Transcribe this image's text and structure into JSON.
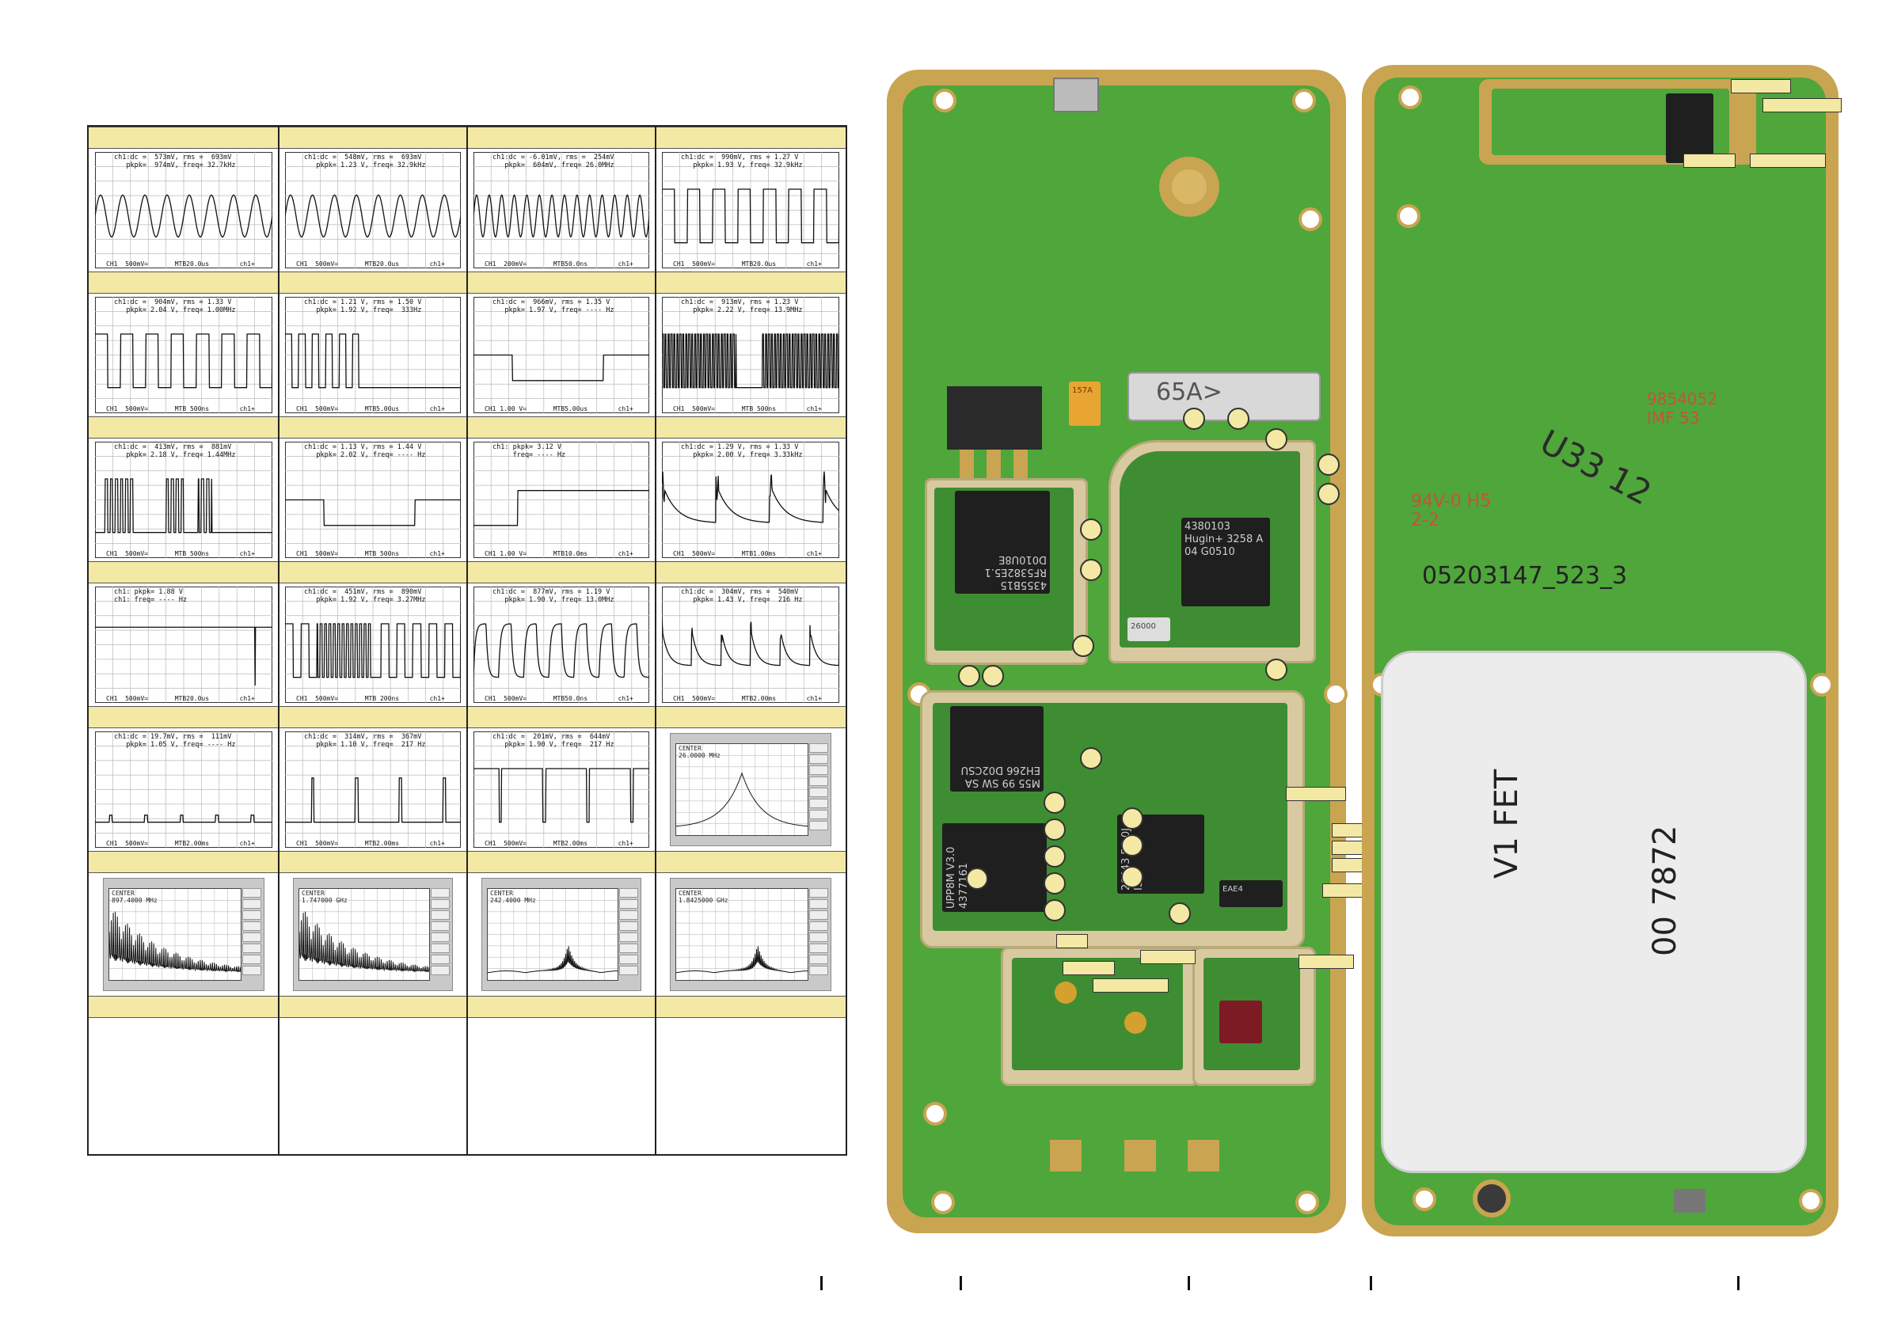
{
  "waveform_rows": [
    [
      {
        "type": "sine",
        "meas": "ch1:dc =  573mV, rms =  693mV\n   pkpk=  974mV, freq= 32.7kHz",
        "foot": "CH1  500mV=       MTB20.0us        ch1+"
      },
      {
        "type": "sine",
        "meas": "ch1:dc =  548mV, rms =  693mV\n   pkpk= 1.23 V, freq= 32.9kHz",
        "foot": "CH1  500mV=       MTB20.0us        ch1+"
      },
      {
        "type": "sine_fast",
        "meas": "ch1:dc = -6.01mV, rms =  254mV\n   pkpk=  604mV, freq= 26.0MHz",
        "foot": "CH1  200mV=       MTB50.0ns        ch1+"
      },
      {
        "type": "square",
        "meas": "ch1:dc =  990mV, rms = 1.27 V\n   pkpk= 1.93 V, freq= 32.9kHz",
        "foot": "CH1  500mV=       MTB20.0us        ch1+"
      }
    ],
    [
      {
        "type": "square",
        "meas": "ch1:dc =  904mV, rms = 1.33 V\n   pkpk= 2.04 V, freq= 1.00MHz",
        "foot": "CH1  500mV=       MTB 500ns        ch1+"
      },
      {
        "type": "burst",
        "meas": "ch1:dc = 1.21 V, rms = 1.50 V\n   pkpk= 1.92 V, freq=  333Hz",
        "foot": "CH1  500mV=       MTB5.00us        ch1+"
      },
      {
        "type": "pulse_low",
        "meas": "ch1:dc =  966mV, rms = 1.35 V\n   pkpk= 1.97 V, freq= ---- Hz",
        "foot": "CH1 1.00 V=       MTB5.00us        ch1+"
      },
      {
        "type": "dense",
        "meas": "ch1:dc =  913mV, rms = 1.23 V\n   pkpk= 2.22 V, freq= 13.9MHz",
        "foot": "CH1  500mV=       MTB 500ns        ch1+"
      }
    ],
    [
      {
        "type": "burst2",
        "meas": "ch1:dc =  413mV, rms =  881mV\n   pkpk= 2.18 V, freq= 1.44MHz",
        "foot": "CH1  500mV=       MTB 500ns        ch1+"
      },
      {
        "type": "pulse_low",
        "meas": "ch1:dc = 1.13 V, rms = 1.44 V\n   pkpk= 2.02 V, freq= ---- Hz",
        "foot": "CH1  500mV=       MTB 500ns        ch1+"
      },
      {
        "type": "step",
        "meas": "ch1: pkpk= 3.12 V\n     freq= ---- Hz",
        "foot": "CH1 1.00 V=       MTB10.0ms        ch1+"
      },
      {
        "type": "spiky",
        "meas": "ch1:dc = 1.29 V, rms = 1.33 V\n   pkpk= 2.00 V, freq= 3.33kHz",
        "foot": "CH1  500mV=       MTB1.00ms        ch1+"
      }
    ],
    [
      {
        "type": "flat_spike",
        "meas": "ch1: pkpk= 1.88 V\nch1: freq= ---- Hz",
        "foot": "CH1  500mV=       MTB20.0us        ch1+"
      },
      {
        "type": "burst3",
        "meas": "ch1:dc =  451mV, rms =  890mV\n   pkpk= 1.92 V, freq= 3.27MHz",
        "foot": "CH1  500mV=       MTB 200ns        ch1+"
      },
      {
        "type": "rounded",
        "meas": "ch1:dc =  877mV, rms = 1.19 V\n   pkpk= 1.90 V, freq= 13.0MHz",
        "foot": "CH1  500mV=       MTB50.0ns        ch1+"
      },
      {
        "type": "spiky2",
        "meas": "ch1:dc =  304mV, rms =  540mV\n   pkpk= 1.43 V, freq=  216 Hz",
        "foot": "CH1  500mV=       MTB2.00ms        ch1+"
      }
    ],
    [
      {
        "type": "small_pulse",
        "meas": "ch1:dc = 19.7mV, rms =  111mV\n   pkpk= 1.05 V, freq= ---- Hz",
        "foot": "CH1  500mV=       MTB2.00ms        ch1+"
      },
      {
        "type": "pulse_train",
        "meas": "ch1:dc =  314mV, rms =  367mV\n   pkpk= 1.10 V, freq=  217 Hz",
        "foot": "CH1  500mV=       MTB2.00ms        ch1+"
      },
      {
        "type": "pulse_train2",
        "meas": "ch1:dc =  201mV, rms =  644mV\n   pkpk= 1.90 V, freq=  217 Hz",
        "foot": "CH1  500mV=       MTB2.00ms        ch1+"
      },
      {
        "type": "spectrum_peak",
        "meas": "CENTER\n26.0000 MHz",
        "foot": ""
      }
    ],
    [
      {
        "type": "spectrum_comb",
        "meas": "CENTER\n897.4000 MHz",
        "foot": ""
      },
      {
        "type": "spectrum_comb",
        "meas": "CENTER\n1.747000 GHz",
        "foot": ""
      },
      {
        "type": "spectrum_small",
        "meas": "CENTER\n242.4000 MHz",
        "foot": ""
      },
      {
        "type": "spectrum_small",
        "meas": "CENTER\n1.8425000 GHz",
        "foot": ""
      }
    ]
  ],
  "board_front": {
    "chip_rf": "4355B15\nRF5382E5.1\nD010U8E",
    "chip_hugin": "4380103\nHugin+\n3258 A\n04 G0510",
    "chip_upp": "UPP8M\nV3.0\n4377161",
    "chip_mem": "M55 99 SW\nSA EH266\nD02CSU",
    "chip_ret": "26443\nR3 0J\nIS",
    "crystal": "26000",
    "vib_label": "65A>",
    "cap_label": "157A",
    "inductor_label": "EAE4"
  },
  "board_back": {
    "code1": "9854052\nIMF 53",
    "code2": "U33 12",
    "code3": "94V-0 H5\n2-2",
    "code4": "05203147_523_3",
    "sticker_left": "V1 FET",
    "sticker_right": "00 7872"
  },
  "colors": {
    "label_fill": "#f3e9a4",
    "pcb_green": "#4fa63a",
    "pcb_gold": "#c9a451"
  }
}
